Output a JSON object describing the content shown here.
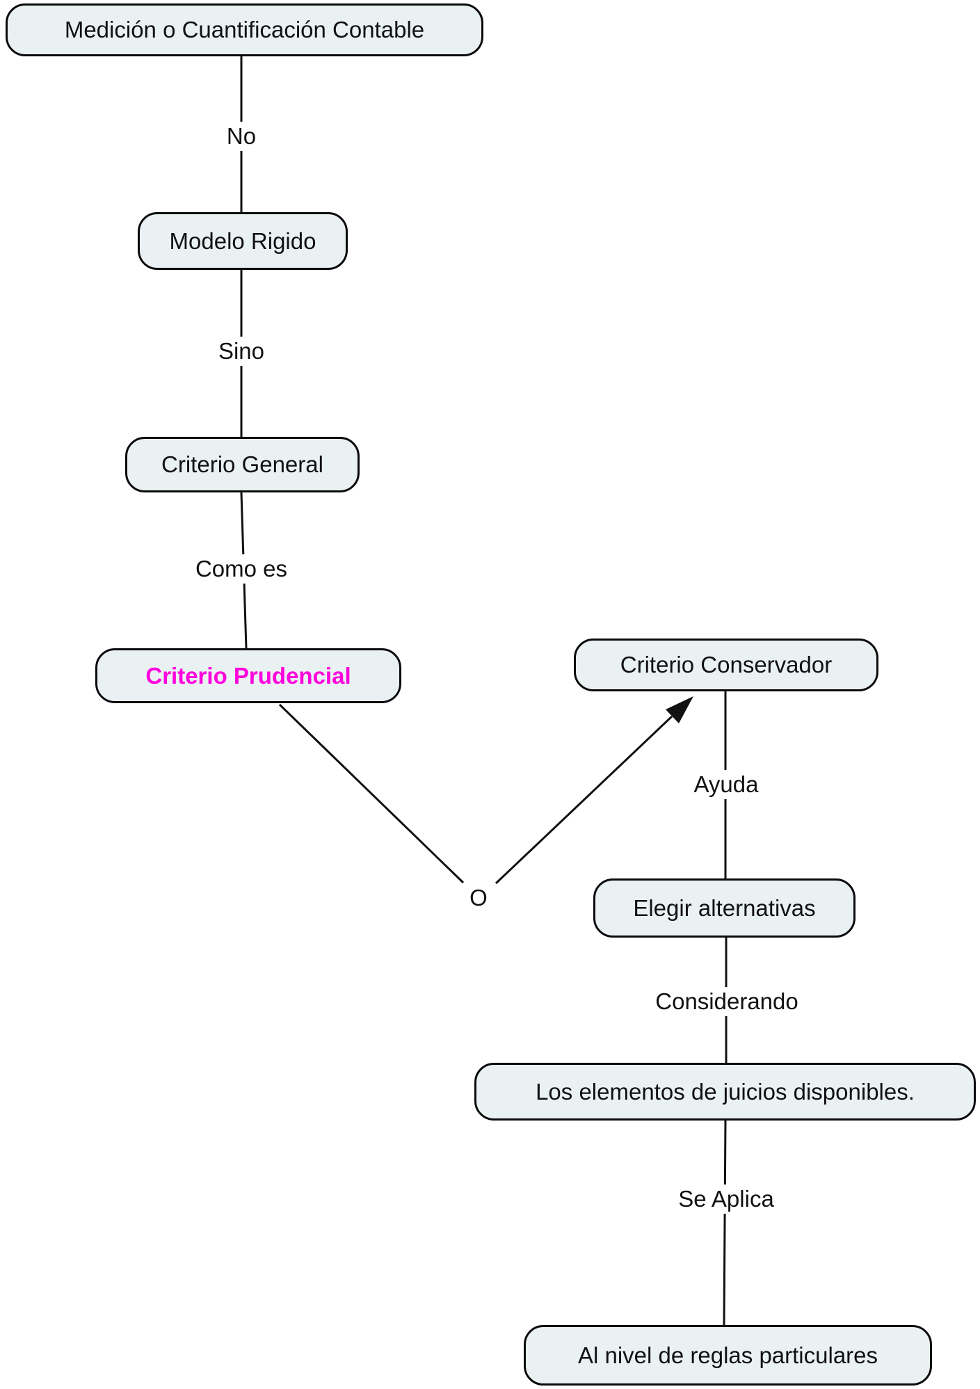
{
  "colors": {
    "box-fill": "#eaf1f3",
    "box-border": "#0b0b0b",
    "text": "#111111",
    "accent-magenta": "#ff00dd",
    "line": "#111111",
    "background": "#ffffff"
  },
  "nodes": {
    "medicion": {
      "label": "Medición o Cuantificación Contable"
    },
    "modelo_rigido": {
      "label": "Modelo Rigido"
    },
    "criterio_general": {
      "label": "Criterio General"
    },
    "criterio_prudencial": {
      "label": "Criterio Prudencial"
    },
    "criterio_conservador": {
      "label": "Criterio Conservador"
    },
    "elegir_alternativas": {
      "label": "Elegir alternativas"
    },
    "elementos_juicios": {
      "label": "Los elementos de juicios disponibles."
    },
    "nivel_reglas": {
      "label": "Al nivel de reglas particulares"
    }
  },
  "edge_labels": {
    "no": "No",
    "sino": "Sino",
    "como_es": "Como es",
    "o": "O",
    "ayuda": "Ayuda",
    "considerando": "Considerando",
    "se_aplica": "Se Aplica"
  }
}
